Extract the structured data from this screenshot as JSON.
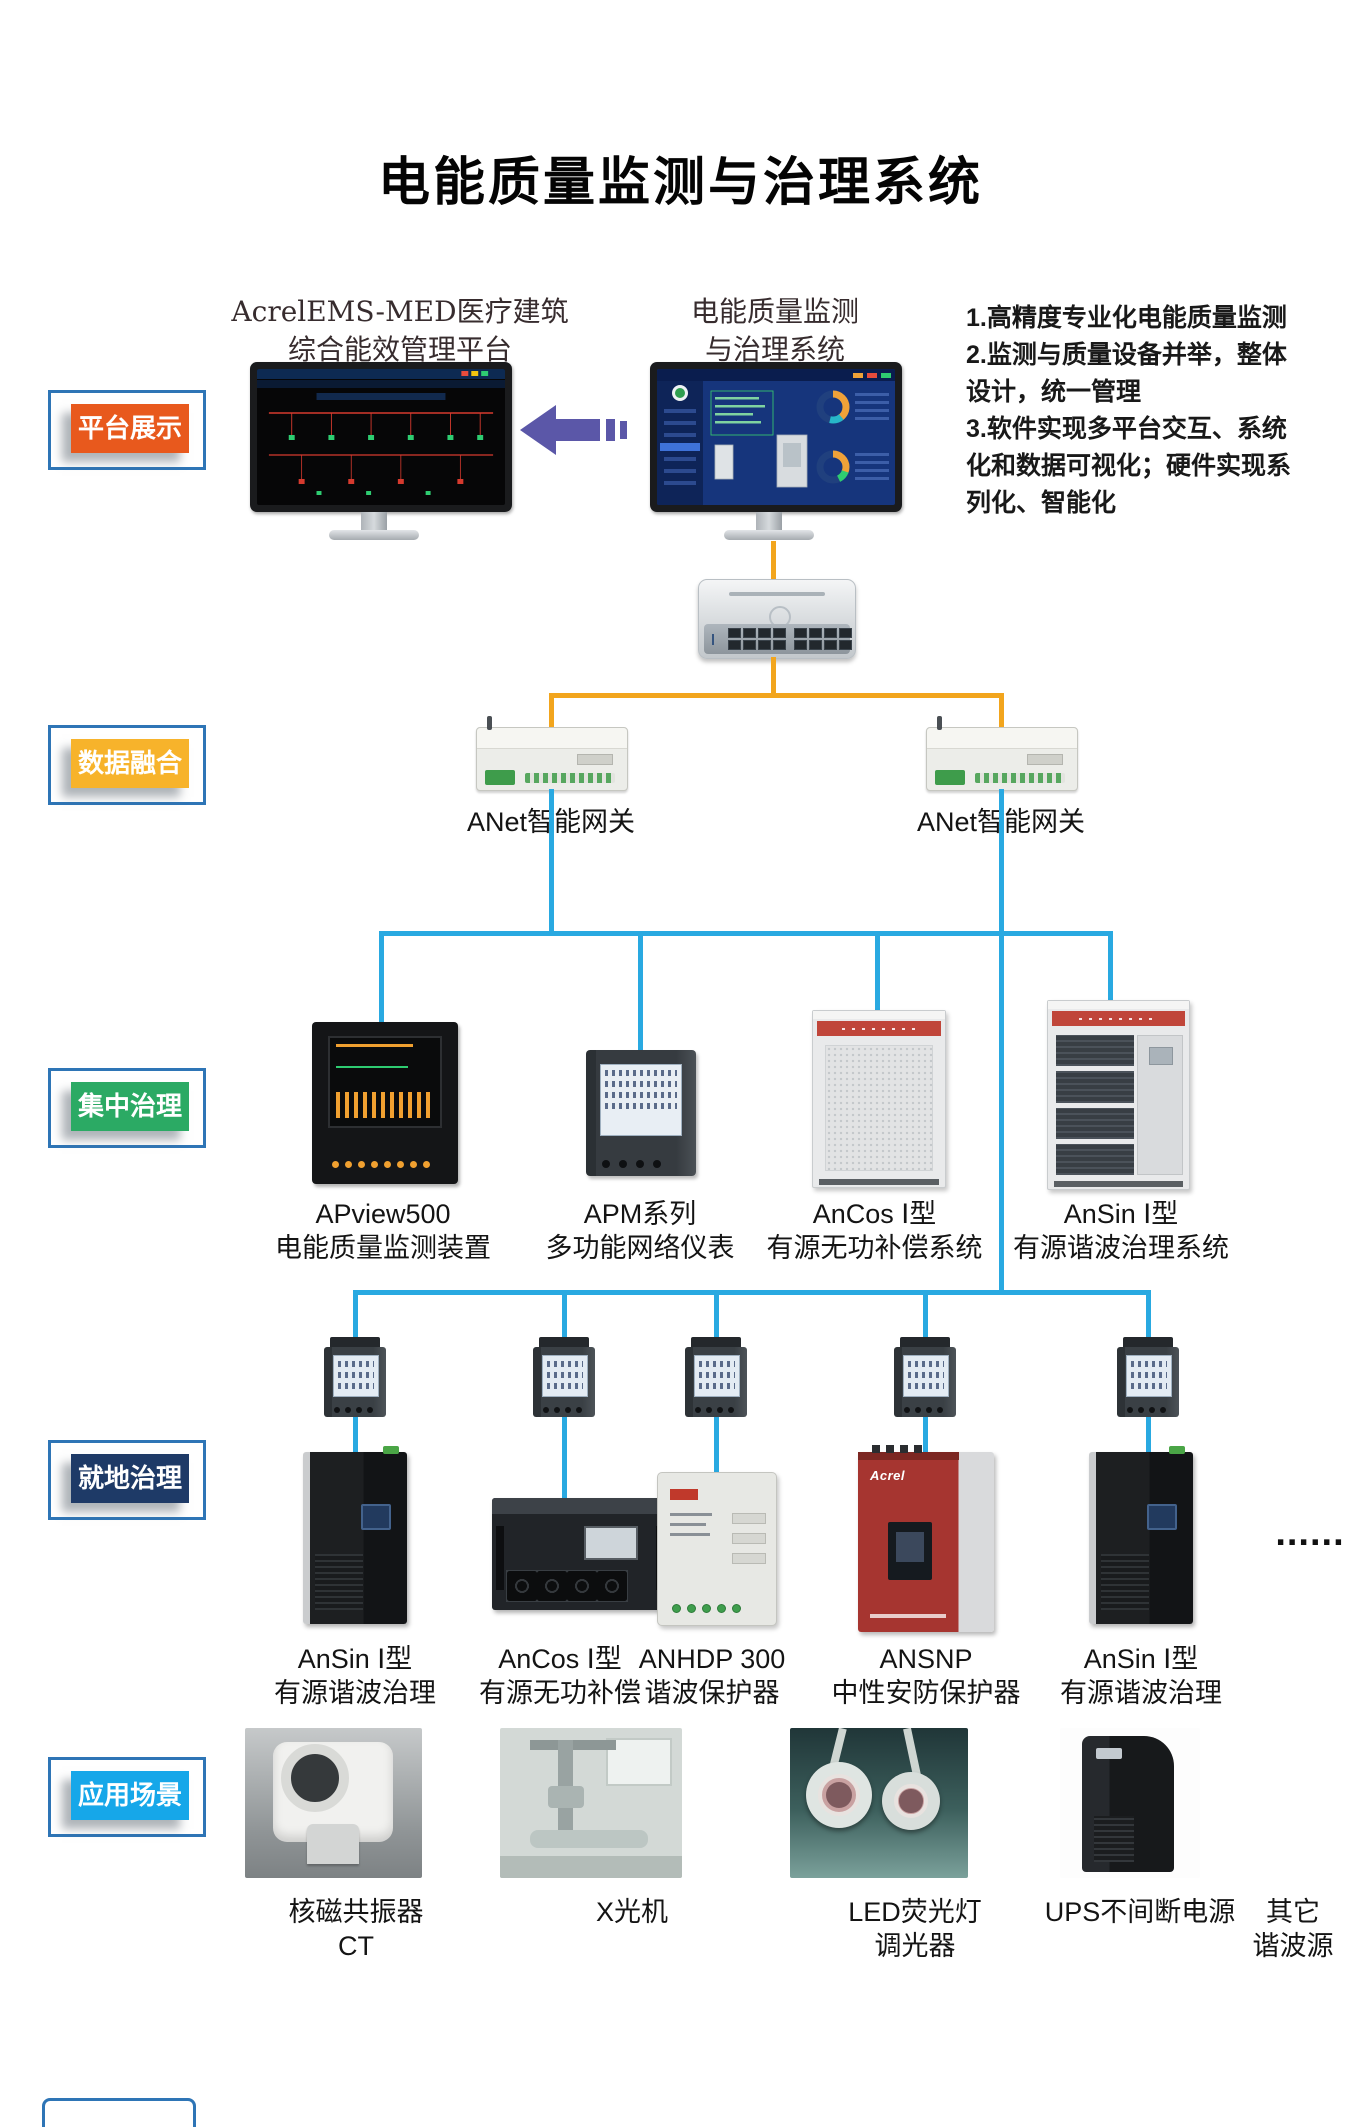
{
  "title": "电能质量监测与治理系统",
  "theme": {
    "blue_line": "#29A9E1",
    "orange_line": "#F2A51D",
    "arrow_purple": "#5B57A8",
    "badge_border": "#2E75B6",
    "platform_orange": "#E8591D",
    "fusion_yellow": "#F7B32B",
    "central_green": "#2BAA64",
    "local_navy": "#1E3A67",
    "scene_blue": "#16A7E9"
  },
  "badges": {
    "platform": "平台展示",
    "fusion": "数据融合",
    "central": "集中治理",
    "local": "就地治理",
    "scene": "应用场景"
  },
  "intro": {
    "lines": [
      "1.高精度专业化电能质量监测",
      "2.监测与质量设备并举，整体",
      "设计，统一管理",
      "3.软件实现多平台交互、系统",
      "化和数据可视化；硬件实现系",
      "列化、智能化"
    ]
  },
  "platform": {
    "left_caption": {
      "line1": "AcrelEMS-MED医疗建筑",
      "line2": "综合能效管理平台"
    },
    "right_caption": {
      "line1": "电能质量监测",
      "line2": "与治理系统"
    }
  },
  "gateways": {
    "left": "ANet智能网关",
    "right": "ANet智能网关"
  },
  "central_devices": [
    {
      "name": "APview500",
      "desc": "电能质量监测装置"
    },
    {
      "name": "APM系列",
      "desc": "多功能网络仪表"
    },
    {
      "name": "AnCos Ⅰ型",
      "desc": "有源无功补偿系统"
    },
    {
      "name": "AnSin Ⅰ型",
      "desc": "有源谐波治理系统"
    }
  ],
  "local_devices": [
    {
      "name": "AnSin Ⅰ型",
      "desc": "有源谐波治理"
    },
    {
      "name": "AnCos Ⅰ型",
      "desc": "有源无功补偿"
    },
    {
      "name": "ANHDP 300",
      "desc": "谐波保护器"
    },
    {
      "name": "ANSNP",
      "desc": "中性安防保护器",
      "logo": "Acrel"
    },
    {
      "name": "AnSin Ⅰ型",
      "desc": "有源谐波治理"
    }
  ],
  "local_more": "......",
  "scenarios": [
    {
      "line1": "核磁共振器",
      "line2": "CT"
    },
    {
      "line1": "X光机",
      "line2": ""
    },
    {
      "line1": "LED荧光灯",
      "line2": "调光器"
    },
    {
      "line1": "UPS不间断电源",
      "line2": ""
    },
    {
      "line1": "其它",
      "line2": "谐波源"
    }
  ]
}
